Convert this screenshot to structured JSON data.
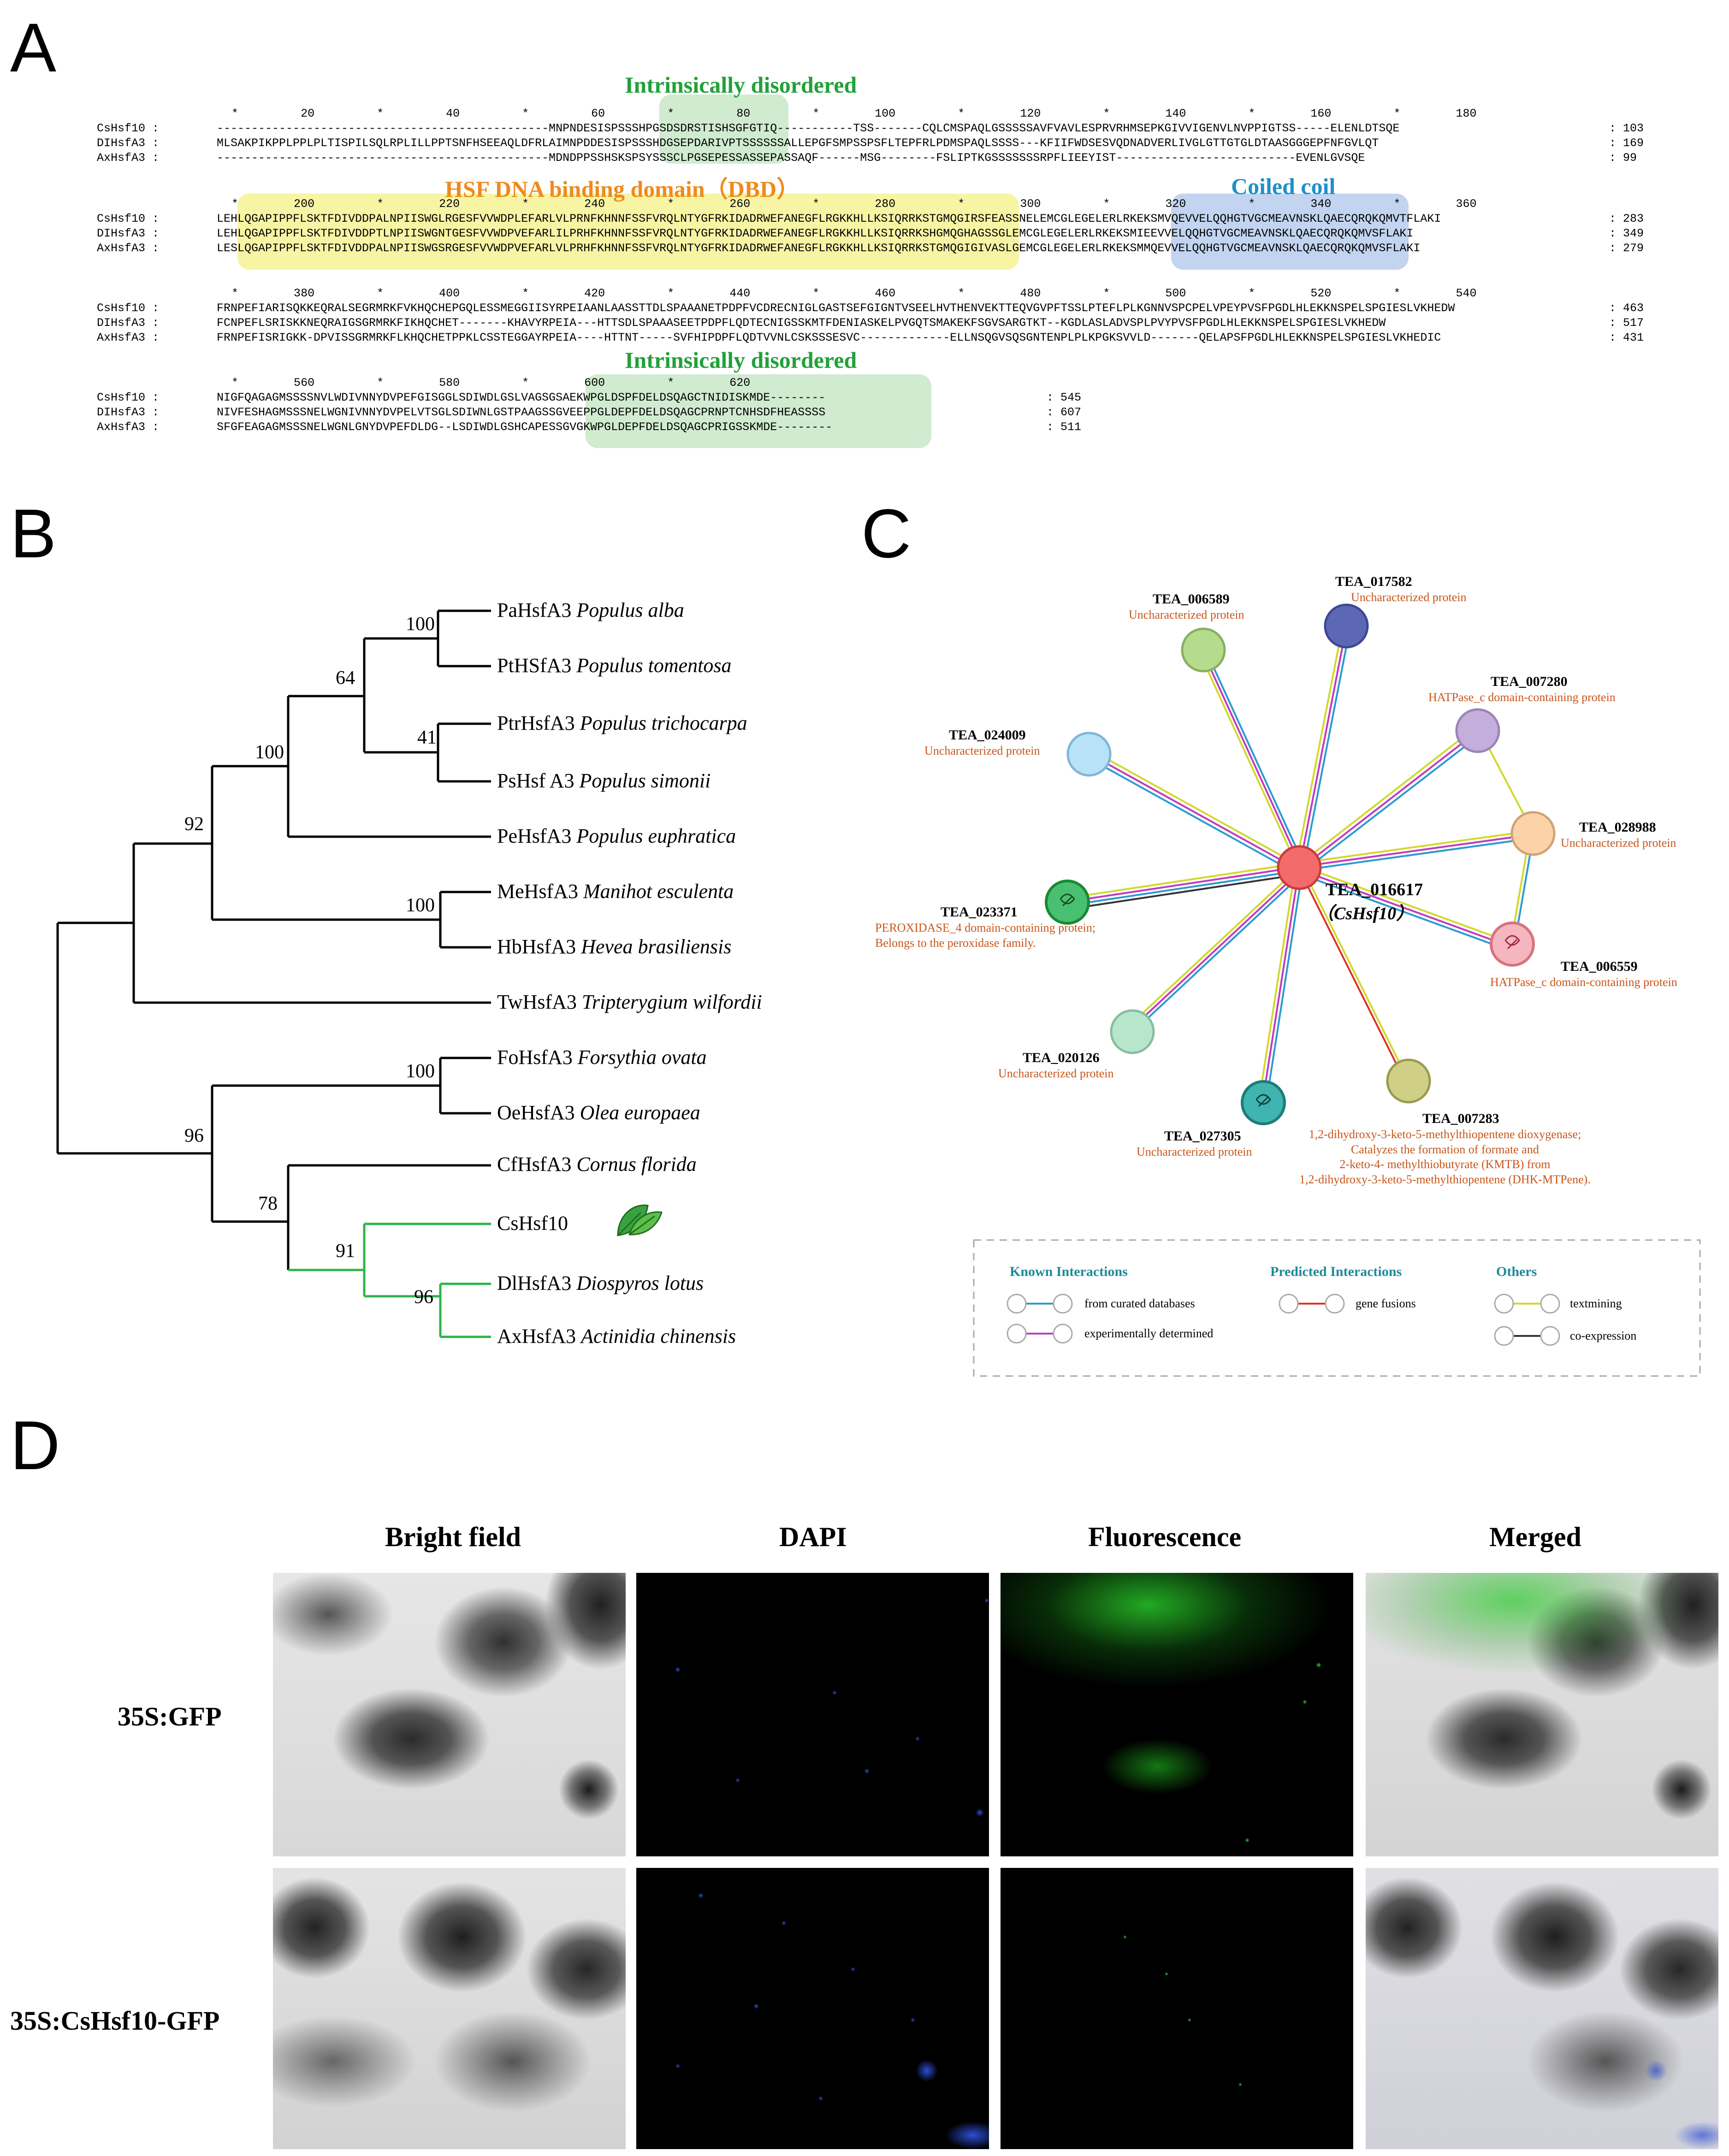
{
  "panels": {
    "a": "A",
    "b": "B",
    "c": "C",
    "d": "D"
  },
  "panel_a": {
    "region_labels": {
      "idr1": "Intrinsically disordered",
      "dbd": "HSF DNA binding domain（DBD）",
      "coil": "Coiled coil",
      "idr2": "Intrinsically disordered"
    },
    "block1": {
      "ruler": "                *         20         *         40         *         60         *         80         *        100         *        120         *        140         *        160         *        180",
      "rows": [
        {
          "name": "CsHsf10 :",
          "seq": "------------------------------------------------MNPNDESISPSSSHPGSDSDRSTISHSGFGTIQ-----------TSS-------CQLCMSPAQLGSSSSSAVFVAVLESPRVRHMSEPKGIVVIGENVLNVPPIGTSS-----ELENLDTSQE",
          "num": ": 103"
        },
        {
          "name": "DIHsfA3 :",
          "seq": "MLSAKPIKPPLPPLPLTISPILSQLRPLILLPPTSNFHSEEAQLDFRLAIMNPDDESISPSSSHDGSEPDARIVPTSSSSSSALLEPGFSMPSSPSFLTEPFRLPDMSPAQLSSSS---KFIIFWDSESVQDNADVERLIVGLGTTGTGLDTAASGGGEPFNFGVLQT",
          "num": ": 169"
        },
        {
          "name": "AxHsfA3 :",
          "seq": "------------------------------------------------MDNDPPSSHSKSPSYSSSCLPGSEPESSASSEPASSAQF------MSG--------FSLIPTKGSSSSSSSRPFLIEEYIST--------------------------EVENLGVSQE",
          "num": ": 99"
        }
      ]
    },
    "block2": {
      "ruler": "                *        200         *        220         *        240         *        260         *        280         *        300         *        320         *        340         *        360",
      "rows": [
        {
          "name": "CsHsf10 :",
          "seq": "LEHLQGAPIPPFLSKTFDIVDDPALNPIISWGLRGESFVVWDPLEFARLVLPRNFKHNNFSSFVRQLNTYGFRKIDADRWEFANEGFLRGKKHLLKSIQRRKSTGMQGIRSFEASSNELEMCGLEGELERLRKEKSMVQEVVELQQHGTVGCMEAVNSKLQAECQRQKQMVTFLAKI",
          "num": ": 283"
        },
        {
          "name": "DIHsfA3 :",
          "seq": "LEHLQGAPIPPFLSKTFDIVDDPTLNPIISWGNTGESFVVWDPVEFARLILPRHFKHNNFSSFVRQLNTYGFRKIDADRWEFANEGFLRGKKHLLKSIQRRKSHGMQGHAGSSGLEMCGLEGELERLRKEKSMIEEVVELQQHGTVGCMEAVNSKLQAECQRQKQMVSFLAKI",
          "num": ": 349"
        },
        {
          "name": "AxHsfA3 :",
          "seq": "LESLQGAPIPPFLSKTFDIVDDPALNPIISWGSRGESFVVWDPVEFARLVLPRHFKHNNFSSFVRQLNTYGFRKIDADRWEFANEGFLRGKKHLLKSIQRRKSTGMQGIGIVASLGEMCGLEGELERLRKEKSMMQEVVELQQHGTVGCMEAVNSKLQAECQRQKQMVSFLAKI",
          "num": ": 279"
        }
      ]
    },
    "block3": {
      "ruler": "                *        380         *        400         *        420         *        440         *        460         *        480         *        500         *        520         *        540",
      "rows": [
        {
          "name": "CsHsf10 :",
          "seq": "FRNPEFIARISQKKEQRALSEGRMRKFVKHQCHEPGQLESSMEGGIISYRPEIAANLAASSTTDLSPAAANETPDPFVCDRECNIGLGASTSEFGIGNTVSEELHVTHENVEKTTEQVGVPFTSSLPTEFLPLKGNNVSPCPELVPEYPVSFPGDLHLEKKNSPELSPGIESLVKHEDW",
          "num": ": 463"
        },
        {
          "name": "DIHsfA3 :",
          "seq": "FCNPEFLSRISKKNEQRAIGSGRMRKFIKHQCHET-------KHAVYRPEIA---HTTSDLSPAAASEETPDPFLQDTECNIGSSKMTFDENIASKELPVGQTSMAKEKFSGVSARGTKT--KGDLASLADVSPLPVYPVSFPGDLHLEKKNSPELSPGIESLVKHEDW",
          "num": ": 517"
        },
        {
          "name": "AxHsfA3 :",
          "seq": "FRNPEFISRIGKK-DPVISSGRMRKFLKHQCHETPPKLCSSTEGGAYRPEIA----HTTNT-----SVFHIPDPFLQDTVVNLCSKSSSESVC-------------ELLNSQGVSQSGNTENPLPLKPGKSVVLD-------QELAPSFPGDLHLEKKNSPELSPGIESLVKHEDIC",
          "num": ": 431"
        }
      ]
    },
    "block4": {
      "ruler": "                *        560         *        580         *        600         *        620",
      "rows": [
        {
          "name": "CsHsf10 :",
          "seq": "NIGFQAGAGMSSSSNVLWDIVNNYDVPEFGISGGLSDIWDLGSLVAGSGSAEKWPGLDSPFDELDSQAGCTNIDISKMDE--------",
          "num": ": 545"
        },
        {
          "name": "DIHsfA3 :",
          "seq": "NIVFESHAGMSSSNELWGNIVNNYDVPELVTSGLSDIWNLGSTPAAGSSGVEEPPGLDEPFDELDSQAGCPRNPTCNHSDFHEASSSS",
          "num": ": 607"
        },
        {
          "name": "AxHsfA3 :",
          "seq": "SFGFEAGAGMSSSNELWGNLGNYDVPEFDLDG--LSDIWDLGSHCAPESSGVGKWPGLDEPFDELDSQAGCPRIGSSKMDE--------",
          "num": ": 511"
        }
      ]
    }
  },
  "panel_b": {
    "taxa": [
      {
        "gene": "PaHsfA3",
        "species": "Populus alba"
      },
      {
        "gene": "PtHSfA3",
        "species": "Populus tomentosa"
      },
      {
        "gene": "PtrHsfA3",
        "species": "Populus trichocarpa"
      },
      {
        "gene": "PsHsf A3",
        "species": "Populus simonii"
      },
      {
        "gene": "PeHsfA3",
        "species": "Populus euphratica"
      },
      {
        "gene": "MeHsfA3",
        "species": "Manihot esculenta"
      },
      {
        "gene": "HbHsfA3",
        "species": "Hevea brasiliensis"
      },
      {
        "gene": "TwHsfA3",
        "species": "Tripterygium wilfordii"
      },
      {
        "gene": "FoHsfA3",
        "species": "Forsythia ovata"
      },
      {
        "gene": "OeHsfA3",
        "species": "Olea europaea"
      },
      {
        "gene": "CfHsfA3",
        "species": "Cornus florida"
      },
      {
        "gene": "CsHsf10",
        "species": ""
      },
      {
        "gene": "DlHsfA3",
        "species": "Diospyros lotus"
      },
      {
        "gene": "AxHsfA3",
        "species": "Actinidia chinensis"
      }
    ],
    "bootstrap": [
      "100",
      "64",
      "41",
      "100",
      "92",
      "100",
      "96",
      "100",
      "78",
      "91",
      "96"
    ],
    "colors": {
      "tree": "#000000",
      "highlight": "#2db34a",
      "leaf": "#3a9a3a"
    }
  },
  "panel_c": {
    "center": {
      "id": "TEA_016617",
      "alias": "（CsHsf10）",
      "color": "#f56a6a"
    },
    "nodes": [
      {
        "id": "TEA_006589",
        "desc": "Uncharacterized protein",
        "color": "#b4dc8c"
      },
      {
        "id": "TEA_017582",
        "desc": "Uncharacterized protein",
        "color": "#5c68b4"
      },
      {
        "id": "TEA_007280",
        "desc": "HATPase_c domain-containing protein",
        "color": "#c4aedc"
      },
      {
        "id": "TEA_024009",
        "desc": "Uncharacterized protein",
        "color": "#b8e2f8"
      },
      {
        "id": "TEA_028988",
        "desc": "Uncharacterized protein",
        "color": "#fcd3a8"
      },
      {
        "id": "TEA_023371",
        "desc": "PEROXIDASE_4 domain-containing protein;",
        "desc2": "Belongs to the peroxidase family.",
        "color": "#49c071"
      },
      {
        "id": "TEA_006559",
        "desc": "HATPase_c domain-containing protein",
        "color": "#f6b6c0"
      },
      {
        "id": "TEA_020126",
        "desc": "Uncharacterized protein",
        "color": "#b8e6cc"
      },
      {
        "id": "TEA_027305",
        "desc": "Uncharacterized protein",
        "color": "#3fb4b0"
      },
      {
        "id": "TEA_007283",
        "desc": "1,2-dihydroxy-3-keto-5-methylthiopentene dioxygenase;",
        "desc2": "Catalyzes the formation of formate and",
        "desc3": "2-keto-4- methylthiobutyrate (KMTB) from",
        "desc4": "1,2-dihydroxy-3-keto-5-methylthiopentene (DHK-MTPene).",
        "color": "#cfcf86"
      }
    ],
    "legend": {
      "known": "Known Interactions",
      "predicted": "Predicted Interactions",
      "others": "Others",
      "curated": "from curated databases",
      "experimental": "experimentally determined",
      "fusion": "gene fusions",
      "textmining": "textmining",
      "coexpression": "co-expression"
    }
  },
  "panel_d": {
    "columns": [
      "Bright field",
      "DAPI",
      "Fluorescence",
      "Merged"
    ],
    "rows": [
      "35S:GFP",
      "35S:CsHsf10-GFP"
    ]
  }
}
